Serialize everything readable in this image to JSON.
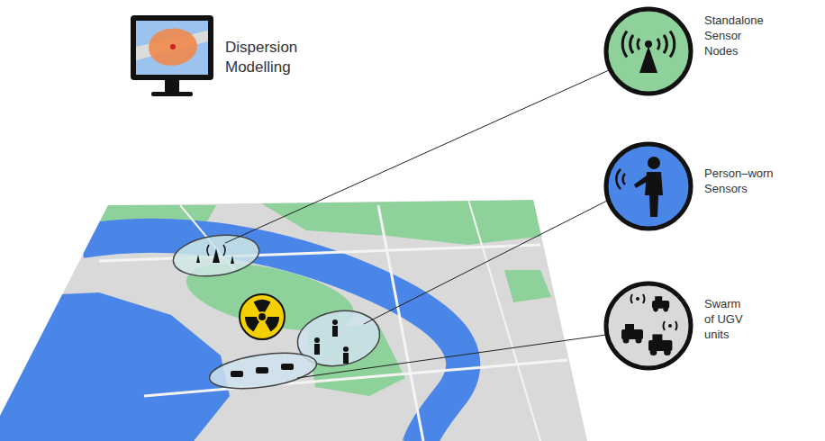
{
  "diagram": {
    "nodes": [
      {
        "text": [
          "Dispersion Modelling"
        ]
      },
      {
        "text": [
          "Standalone Sensor Nodes"
        ]
      },
      {
        "text": [
          "Person–worn Sensors"
        ]
      },
      {
        "text": [
          "Swarm of UGV units"
        ]
      }
    ]
  }
}
